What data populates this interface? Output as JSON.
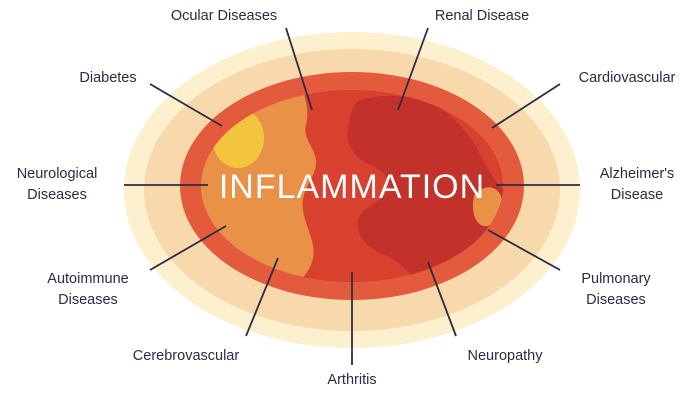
{
  "center_label": "INFLAMMATION",
  "labels": {
    "ocular": "Ocular Diseases",
    "renal": "Renal Disease",
    "diabetes": "Diabetes",
    "cardiovascular": "Cardiovascular",
    "neurological": [
      "Neurological",
      "Diseases"
    ],
    "alzheimers": [
      "Alzheimer's",
      "Disease"
    ],
    "autoimmune": [
      "Autoimmune",
      "Diseases"
    ],
    "pulmonary": [
      "Pulmonary",
      "Diseases"
    ],
    "cerebrovascular": "Cerebrovascular",
    "neuropathy": "Neuropathy",
    "arthritis": "Arthritis"
  },
  "colors": {
    "outer_ring": "#fdf0cf",
    "ring_2": "#f7d9ac",
    "ring_3": "#e45a3c",
    "core": "#d9412f",
    "dark_patch": "#c2312a",
    "orange_patch": "#e99146",
    "yellow_patch": "#f3c53f",
    "line": "#2b2b45",
    "text": "#2b2b45"
  }
}
